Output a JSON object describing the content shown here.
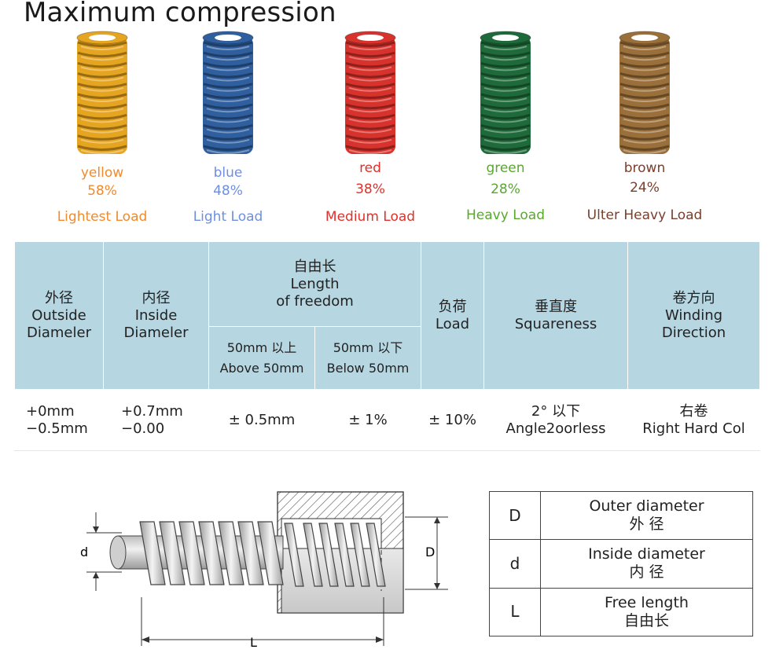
{
  "title": "Maximum compression",
  "springs": [
    {
      "color_name": "yellow",
      "percent": "58%",
      "load": "Lightest Load",
      "hex": "#e6a520",
      "text_hex": "#f08a2e"
    },
    {
      "color_name": "blue",
      "percent": "48%",
      "load": "Light Load",
      "hex": "#2f5f9e",
      "text_hex": "#6e8fe0"
    },
    {
      "color_name": "red",
      "percent": "38%",
      "load": "Medium Load",
      "hex": "#d8322c",
      "text_hex": "#e0302a"
    },
    {
      "color_name": "green",
      "percent": "28%",
      "load": "Heavy Load",
      "hex": "#1f6a3a",
      "text_hex": "#59a82e"
    },
    {
      "color_name": "brown",
      "percent": "24%",
      "load": "Ulter Heavy Load",
      "hex": "#9a6f3a",
      "text_hex": "#7a3e2c"
    }
  ],
  "spec_table": {
    "outside": {
      "cn": "外径",
      "en1": "Outside",
      "en2": "Diameler"
    },
    "inside": {
      "cn": "内径",
      "en1": "Inside",
      "en2": "Diameler"
    },
    "length": {
      "cn": "自由长",
      "en1": "Length",
      "en2": "of freedom"
    },
    "above": {
      "cn": "50mm 以上",
      "en": "Above 50mm"
    },
    "below": {
      "cn": "50mm 以下",
      "en": "Below 50mm"
    },
    "load": {
      "cn": "负荷",
      "en": "Load"
    },
    "squareness": {
      "cn": "垂直度",
      "en": "Squareness"
    },
    "winding": {
      "cn": "卷方向",
      "en1": "Winding",
      "en2": "Direction"
    },
    "values": {
      "outside_1": "+0mm",
      "outside_2": "−0.5mm",
      "inside_1": "+0.7mm",
      "inside_2": "−0.00",
      "above": "± 0.5mm",
      "below": "± 1%",
      "load": "± 10%",
      "square_1": "2°  以下",
      "square_2": "Angle2oorless",
      "wind_1": "右卷",
      "wind_2": "Right Hard Col"
    }
  },
  "diagram": {
    "d_label": "d",
    "D_label": "D",
    "L_label": "L"
  },
  "legend": [
    {
      "sym": "D",
      "en": "Outer diameter",
      "cn": "外 径"
    },
    {
      "sym": "d",
      "en": "Inside diameter",
      "cn": "内 径"
    },
    {
      "sym": "L",
      "en": "Free length",
      "cn": "自由长"
    }
  ]
}
